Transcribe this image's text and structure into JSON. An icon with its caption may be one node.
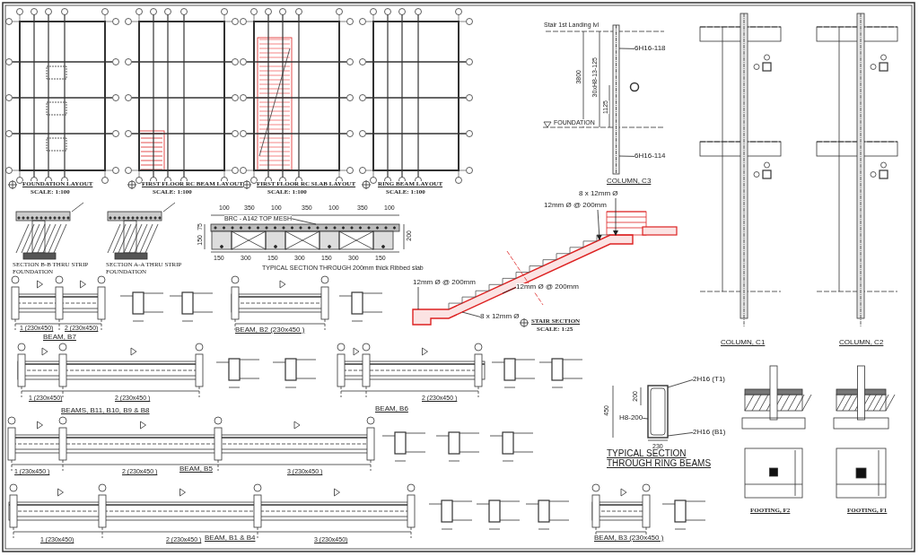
{
  "diagram": {
    "nodes": [
      {
        "text": [
          "6H16-118"
        ]
      },
      {
        "text": [
          "6H16-114"
        ]
      },
      {
        "text": [
          "8 x 12mm Ø"
        ]
      },
      {
        "text": [
          "12mm Ø @ 200mm"
        ]
      },
      {
        "text": [
          "12mm Ø @ 200mm"
        ]
      },
      {
        "text": [
          "12mm Ø @ 200mm"
        ]
      },
      {
        "text": [
          "8 x 12mm Ø"
        ]
      },
      {
        "text": [
          "2H16 (T1)"
        ]
      },
      {
        "text": [
          "H8-200"
        ]
      },
      {
        "text": [
          "2H16 (B1)"
        ]
      },
      {
        "text": [
          "BRC - A142 TOP MESH"
        ]
      },
      {
        "text": [],
        "shape": "box"
      },
      {
        "text": [],
        "shape": "picture"
      },
      {
        "text": [],
        "shape": "bar"
      },
      {
        "text": [],
        "shape": "picture"
      }
    ],
    "edges": [
      {
        "from": 0,
        "to": 13,
        "arrow": "none"
      },
      {
        "from": 1,
        "to": 13,
        "arrow": "none"
      },
      {
        "from": 2,
        "to": 12,
        "arrow": "to"
      },
      {
        "from": 3,
        "to": 12,
        "arrow": "to"
      },
      {
        "from": 4,
        "to": 12,
        "arrow": "none"
      },
      {
        "from": 5,
        "to": 12,
        "arrow": "none"
      },
      {
        "from": 6,
        "to": 12,
        "arrow": "none"
      },
      {
        "from": 7,
        "to": 11,
        "arrow": "none"
      },
      {
        "from": 8,
        "to": 11,
        "arrow": "none"
      },
      {
        "from": 9,
        "to": 11,
        "arrow": "none"
      },
      {
        "from": 10,
        "to": 14,
        "arrow": "none"
      }
    ],
    "labels": [
      "FOUNDATION LAYOUT",
      "SCALE: 1:100",
      "FIRST FLOOR RC BEAM LAYOUT",
      "SCALE: 1:100",
      "FIRST FLOOR RC SLAB LAYOUT",
      "SCALE: 1:100",
      "RING BEAM LAYOUT",
      "SCALE: 1:100",
      "Stair 1st Landing lvl",
      "3800",
      "30xH8-13-125",
      "1125",
      "FOUNDATION",
      "COLUMN, C3",
      "SECTION B-B THRU STRIP FOUNDATION",
      "SECTION A-A THRU STRIP FOUNDATION",
      "100",
      "350",
      "100",
      "350",
      "100",
      "350",
      "100",
      "150",
      "75",
      "200",
      "150",
      "300",
      "150",
      "300",
      "150",
      "300",
      "150",
      "TYPICAL SECTION THROUGH 200mm thick Ribbed slab",
      "STAIR SECTION",
      "SCALE: 1:25",
      "COLUMN, C1",
      "COLUMN, C2",
      "BEAM, B7",
      "1 (230x450)",
      "2 (230x450)",
      "BEAM, B2 (230x450 )",
      "BEAMS, B11, B10, B9 & B8",
      "1 (230x450)",
      "2 (230x450 )",
      "BEAM, B6",
      "2 (230x450 )",
      "1 (230x450 )",
      "2 (230x450 )",
      "BEAM, B5",
      "3 (230x450 )",
      "1 (230x450)",
      "2 (230x450 )",
      "BEAM, B1 & B4",
      "3 (230x450)",
      "450",
      "200",
      "230",
      "TYPICAL SECTION THROUGH RING BEAMS",
      "BEAM, B3 (230x450 )",
      "FOOTING, F2",
      "FOOTING, F1"
    ]
  }
}
